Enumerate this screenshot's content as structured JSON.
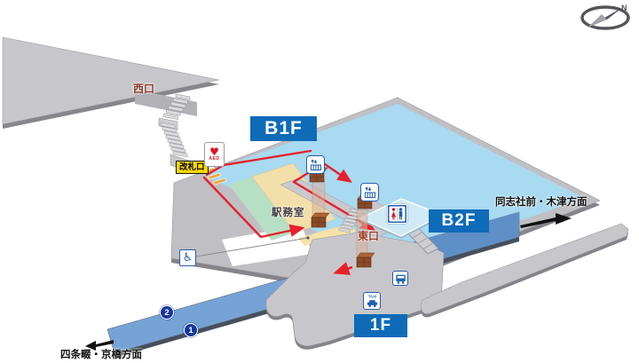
{
  "station_map": {
    "compass": {
      "label": "N"
    },
    "floor_labels": {
      "b1f": "B1F",
      "b2f": "B2F",
      "f1": "1F"
    },
    "exits": {
      "west": "西口",
      "east": "東口"
    },
    "facilities": {
      "ticket_gate": "改札口",
      "station_office": "駅務室",
      "aed": "AED",
      "taxi": "TAXI"
    },
    "directions": {
      "east": "同志社前・木津方面",
      "west": "四条畷・京橋方面"
    },
    "tracks": [
      {
        "number": "2"
      },
      {
        "number": "1"
      }
    ],
    "icon_glyphs": {
      "aed_heart": "♥",
      "wheelchair": "♿"
    },
    "colors": {
      "floor_label_bg": "#0e6bb8",
      "route_red": "#e62129",
      "concourse_blue": "#a8daf1",
      "platform_blue": "#76a3d5",
      "platform_blue_dark": "#5e90c7",
      "mezzanine_blue": "#d2ecf8",
      "ticket_gate_yellow": "#ffd800",
      "exit_text_red": "#8b3a2a",
      "elevator_brown": "#8a4a28",
      "street_gray": "#c7c7cb",
      "office_beige": "#f3dfa9",
      "office_green": "#b7dfc4"
    }
  }
}
